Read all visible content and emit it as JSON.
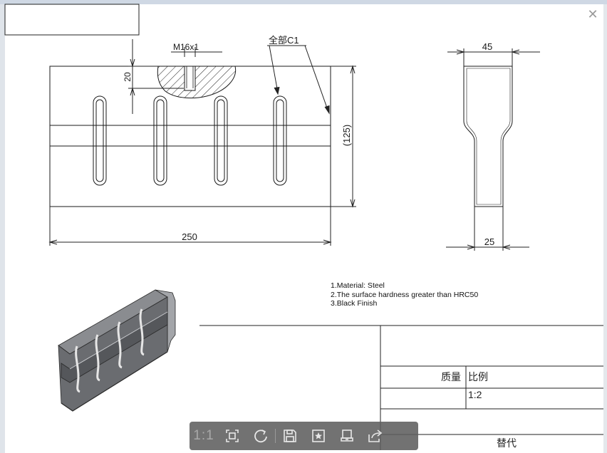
{
  "viewer": {
    "close_label": "✕",
    "toolbar": {
      "actual_size_label": "1:1",
      "buttons": [
        {
          "name": "actual-size-button",
          "icon": "actual-size-icon"
        },
        {
          "name": "fit-window-button",
          "icon": "fit-window-icon"
        },
        {
          "name": "rotate-button",
          "icon": "rotate-icon"
        },
        {
          "name": "save-button",
          "icon": "save-icon"
        },
        {
          "name": "favorite-button",
          "icon": "star-icon"
        },
        {
          "name": "print-button",
          "icon": "print-icon"
        },
        {
          "name": "share-button",
          "icon": "share-icon"
        }
      ]
    }
  },
  "drawing": {
    "dimensions": {
      "thread": "M16x1",
      "hole_depth": "20",
      "chamfer": "全部C1",
      "height": "(125)",
      "length": "250",
      "top_width": "45",
      "bottom_width": "25"
    },
    "notes": [
      "1.Material: Steel",
      "2.The surface hardness greater than HRC50",
      "3.Black Finish"
    ],
    "title_block": {
      "mass_label": "质量",
      "scale_label": "比例",
      "scale_value": "1:2",
      "replace_label": "替代"
    }
  },
  "colors": {
    "line": "#1a1a1a",
    "iso_dark": "#5c5e62",
    "iso_mid": "#7d7f83",
    "iso_light": "#a3a5a9",
    "toolbar_bg": "#5f5f5f"
  }
}
